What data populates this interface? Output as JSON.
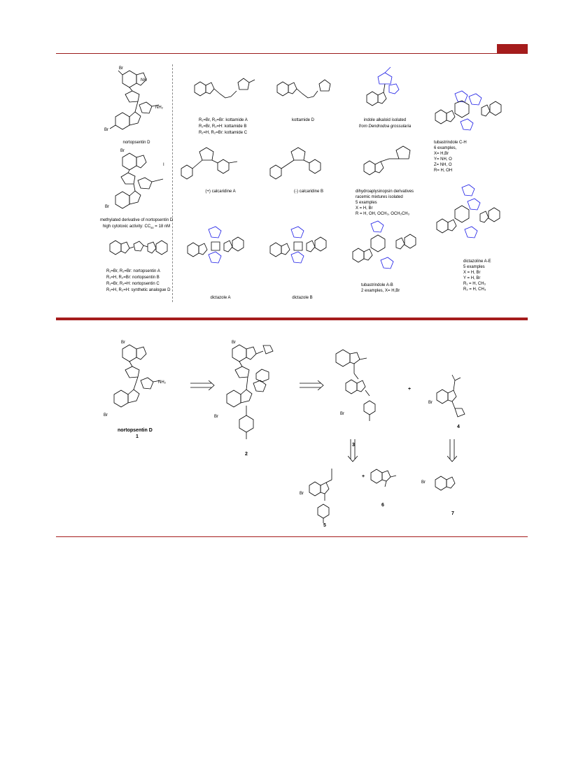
{
  "figure": {
    "top_panel": {
      "nortopsentin_d": "nortopsentin D",
      "methylated_1": "methylated derivative of nortopsentin D",
      "methylated_2": "high cytotoxic activity: CC",
      "methylated_2_sub": "50",
      "methylated_2_end": " = 18 nM",
      "iodide": "I",
      "nortopsentins": [
        "R₁=Br, R₂=Br: nortopsentin A",
        "R₁=H, R₂=Br: nortopsentin B",
        "R₁=Br, R₂=H: nortopsentin C",
        "R₁=H, R₂=H: synthetic analogue D"
      ],
      "kottamides": [
        "R₁=Br, R₂=Br: kottamide A",
        "R₁=Br, R₂=H: kottamide B",
        "R₁=H, R₂=Br: kottamide C"
      ],
      "kottamide_d": "kottamide D",
      "indole_alkaloid_1": "indole alkaloid isolated",
      "indole_alkaloid_2": "from Dendrodoa grossularia",
      "tubastrindole_ch": [
        "tubastrindole C-H",
        "6 examples,",
        "X= H,Br",
        "Y= NH, O",
        "Z= NH, O",
        "R= H, OH"
      ],
      "calcaridine_a": "(+) calcaridine A",
      "calcaridine_b": "(-) calcaridine B",
      "dihydro": [
        "dihydroaplysinopsin derivatives",
        "racemic mixtures isolated",
        "5 examples",
        "X = H, Br",
        "R = H, OH, OCH₃, OCH₂CH₃"
      ],
      "dictazoline": [
        "dictazoline A-E",
        "5 examples",
        "X =   H, Br",
        "Y =   H, Br",
        "R₁ =   H, CH₃",
        "R₂ = H, CH₃"
      ],
      "dictazole_a": "dictazole A",
      "dictazole_b": "dictazole B",
      "tubastrindole_ab": [
        "tubastrindole A-B",
        "2 examples, X= H,Br"
      ]
    },
    "bottom_panel": {
      "target_name": "nortopsentin D",
      "compound_numbers": [
        "1",
        "2",
        "3",
        "4",
        "5",
        "6",
        "7"
      ],
      "plus": "+"
    }
  }
}
